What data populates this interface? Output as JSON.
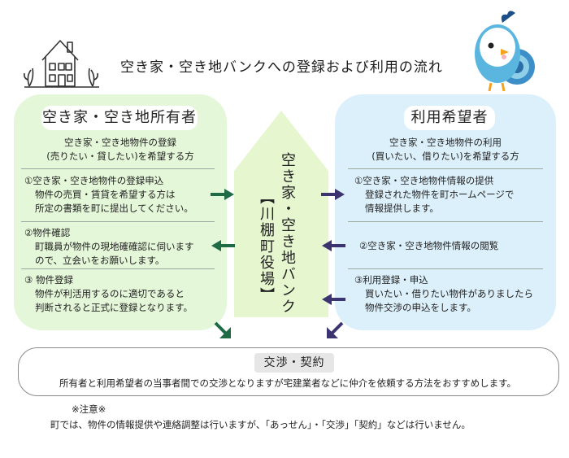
{
  "title": "空き家・空き地バンクへの登録および利用の流れ",
  "owner": {
    "heading": "空き家・空き地所有者",
    "subtitle": [
      "空き家・空き地物件の登録",
      "(売りたい・貸したい)を希望する方"
    ],
    "steps": [
      {
        "lines": [
          "①空き家・空き地物件の登録申込",
          "物件の売買・賃貸を希望する方は",
          "所定の書類を町に提出してください。"
        ]
      },
      {
        "lines": [
          "②物件確認",
          "町職員が物件の現地確確認に伺います",
          "ので、立会いをお願いします。"
        ]
      },
      {
        "lines": [
          "③ 物件登録",
          "物件が利活用するのに適切であると",
          "判断されると正式に登録となります。"
        ]
      }
    ]
  },
  "user": {
    "heading": "利用希望者",
    "subtitle": [
      "空き家・空き地物件の利用",
      "(買いたい、借りたい)を希望する方"
    ],
    "steps": [
      {
        "lines": [
          "①空き家・空き地物件情報の提供",
          "登録された物件を町ホームページで",
          "情報提供します。"
        ]
      },
      {
        "lines": [
          "②空き家・空き地物件情報の閲覧"
        ]
      },
      {
        "lines": [
          "③利用登録・申込",
          "買いたい・借りたい物件がありましたら",
          "物件交渉の申込をします。"
        ]
      }
    ]
  },
  "center": {
    "line1": "空き家・空き地バンク",
    "line2": "【川棚町役場】"
  },
  "negotiation": {
    "heading": "交渉・契約",
    "description": "所有者と利用希望者の当事者間での交渉となりますが宅建業者などに仲介を依頼する方法をおすすめします。"
  },
  "note": {
    "title": "※注意※",
    "text": "町では、物件の情報提供や連絡調整は行いますが、「あっせん」・「交渉」「契約」などは行いません。"
  },
  "colors": {
    "owner_bg": "#e4f7d8",
    "user_bg": "#dcf0fb",
    "center_house": "#e6f6cf",
    "arrow_green": "#1f6b45",
    "arrow_navy": "#3b3470"
  },
  "icons": [
    "house-illustration-icon",
    "bird-mascot-icon"
  ]
}
